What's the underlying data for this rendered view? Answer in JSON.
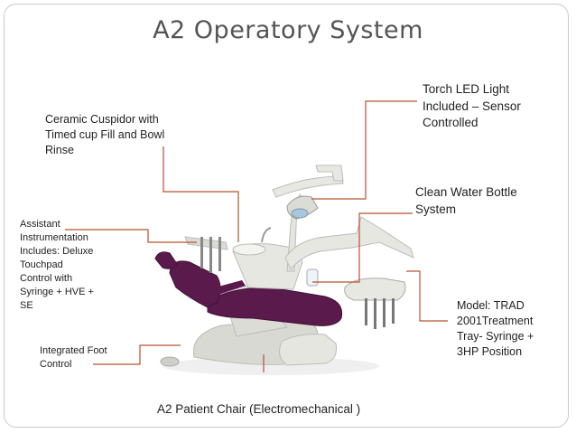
{
  "title": "A2 Operatory System",
  "labels": {
    "cuspidor": "Ceramic Cuspidor with\nTimed cup Fill and Bowl\nRinse",
    "assistant": "Assistant\nInstrumentation\nIncludes: Deluxe\nTouchpad\nControl with\nSyringe + HVE +\nSE",
    "torch": "Torch LED Light\nIncluded – Sensor\nControlled",
    "water": "Clean Water Bottle\nSystem",
    "model": "Model: TRAD\n2001Treatment\nTray- Syringe +\n3HP Position",
    "foot": "Integrated Foot\nControl",
    "chair": "A2 Patient Chair (Electromechanical )"
  },
  "colors": {
    "leader": "#b5532e",
    "upholstery": "#5a1a4c",
    "body": "#e3e3de"
  }
}
